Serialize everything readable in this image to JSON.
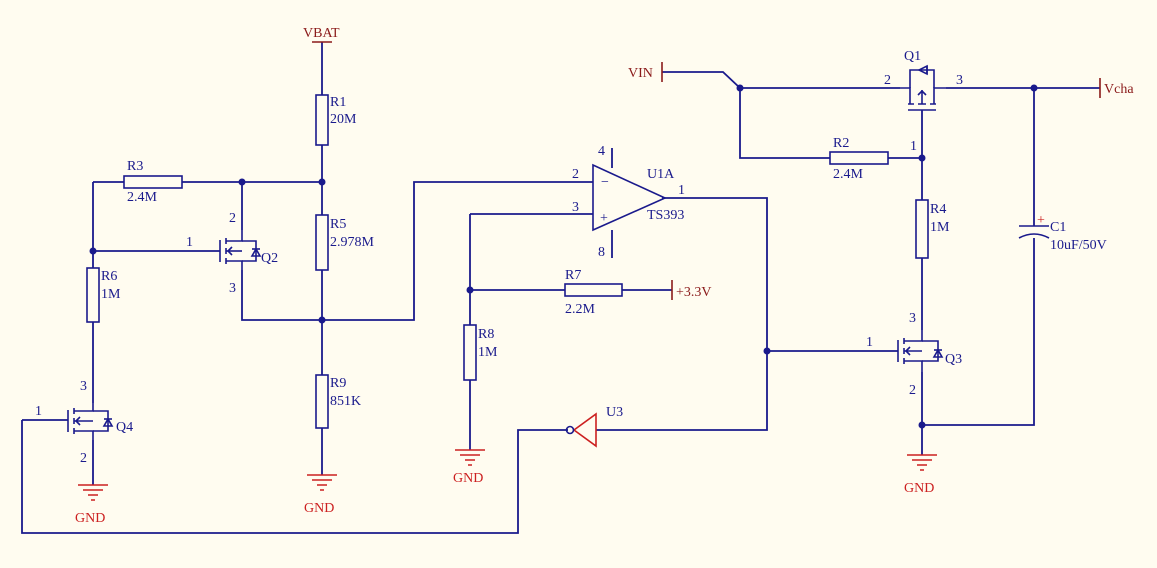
{
  "nets": {
    "vbat": "VBAT",
    "vin": "VIN",
    "vcha": "Vcha",
    "v33": "+3.3V",
    "gnd": "GND"
  },
  "components": {
    "r1": {
      "ref": "R1",
      "value": "20M"
    },
    "r2": {
      "ref": "R2",
      "value": "2.4M"
    },
    "r3": {
      "ref": "R3",
      "value": "2.4M"
    },
    "r4": {
      "ref": "R4",
      "value": "1M"
    },
    "r5": {
      "ref": "R5",
      "value": "2.978M"
    },
    "r6": {
      "ref": "R6",
      "value": "1M"
    },
    "r7": {
      "ref": "R7",
      "value": "2.2M"
    },
    "r8": {
      "ref": "R8",
      "value": "1M"
    },
    "r9": {
      "ref": "R9",
      "value": "851K"
    },
    "c1": {
      "ref": "C1",
      "value": "10uF/50V"
    },
    "q1": {
      "ref": "Q1"
    },
    "q2": {
      "ref": "Q2"
    },
    "q3": {
      "ref": "Q3"
    },
    "q4": {
      "ref": "Q4"
    },
    "u1a": {
      "ref": "U1A",
      "value": "TS393"
    },
    "u3": {
      "ref": "U3"
    }
  },
  "pins": {
    "p1": "1",
    "p2": "2",
    "p3": "3",
    "p4": "4",
    "p8": "8",
    "minus": "−",
    "plus": "+"
  }
}
